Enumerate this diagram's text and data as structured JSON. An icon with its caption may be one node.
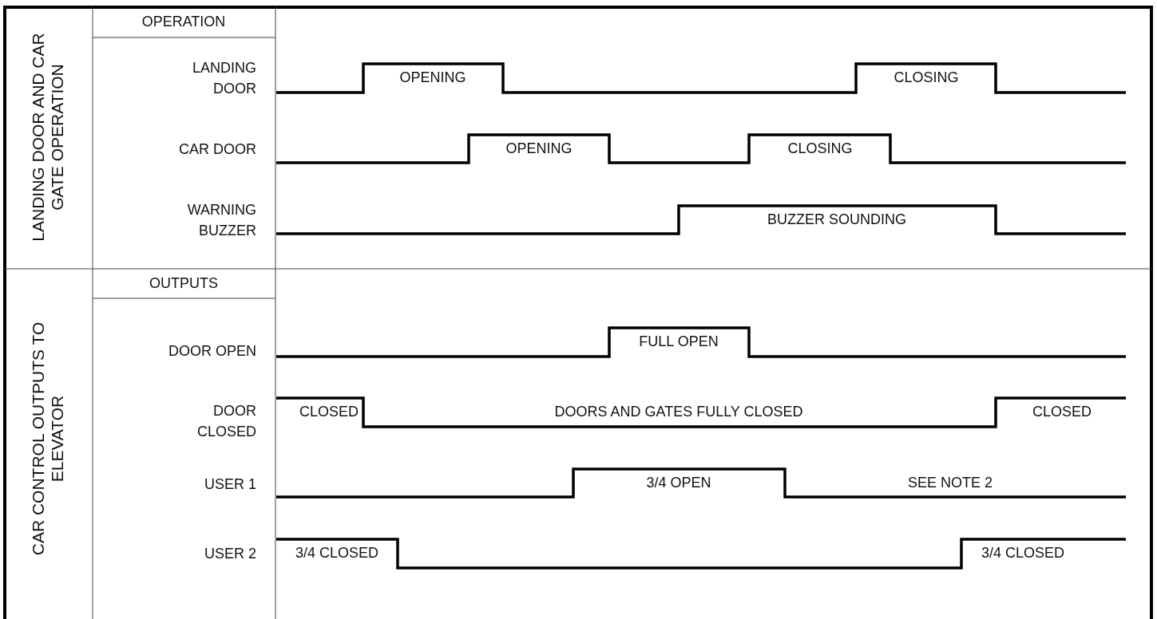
{
  "diagram": {
    "labels": [
      "LANDING DOOR AND CAR GATE OPERATION",
      "OPERATION",
      "LANDING DOOR",
      "OPENING",
      "CLOSING",
      "CAR DOOR",
      "OPENING",
      "CLOSING",
      "WARNING BUZZER",
      "BUZZER SOUNDING",
      "CAR CONTROL OUTPUTS TO ELEVATOR",
      "OUTPUTS",
      "DOOR OPEN",
      "FULL OPEN",
      "DOOR CLOSED",
      "CLOSED",
      "DOORS AND GATES FULLY CLOSED",
      "CLOSED",
      "USER 1",
      "3/4 OPEN",
      "SEE NOTE 2",
      "USER 2",
      "3/4 CLOSED",
      "3/4 CLOSED"
    ]
  }
}
